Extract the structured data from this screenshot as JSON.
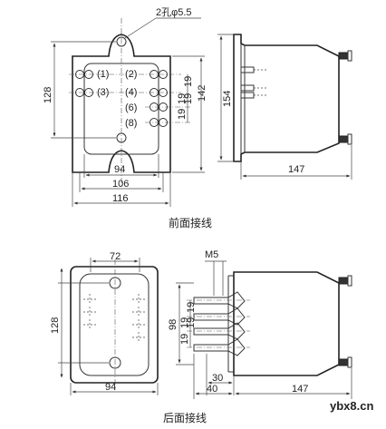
{
  "front": {
    "hole_note": "2孔φ5.5",
    "terminals": [
      "(1)",
      "(2)",
      "(3)",
      "(4)",
      "(6)",
      "(8)"
    ],
    "dims": {
      "height_128": "128",
      "height_142": "142",
      "pitch_a": "19",
      "pitch_b": "19",
      "pitch_c": "19",
      "pitch_d": "19",
      "width_94": "94",
      "width_106": "106",
      "width_116": "116"
    },
    "caption": "前面接线"
  },
  "side_front": {
    "dims": {
      "height_154": "154",
      "depth_147": "147"
    }
  },
  "rear": {
    "dims": {
      "width_72": "72",
      "height_128": "128",
      "width_94": "94"
    },
    "caption": "后面接线"
  },
  "side_rear": {
    "screw": "M5",
    "dims": {
      "height_98": "98",
      "pitch_a": "19",
      "pitch_b": "19",
      "pitch_c": "19",
      "pitch_d": "19",
      "d30": "30",
      "d40": "40",
      "depth_147": "147"
    }
  },
  "watermark": "ybx8.cn"
}
